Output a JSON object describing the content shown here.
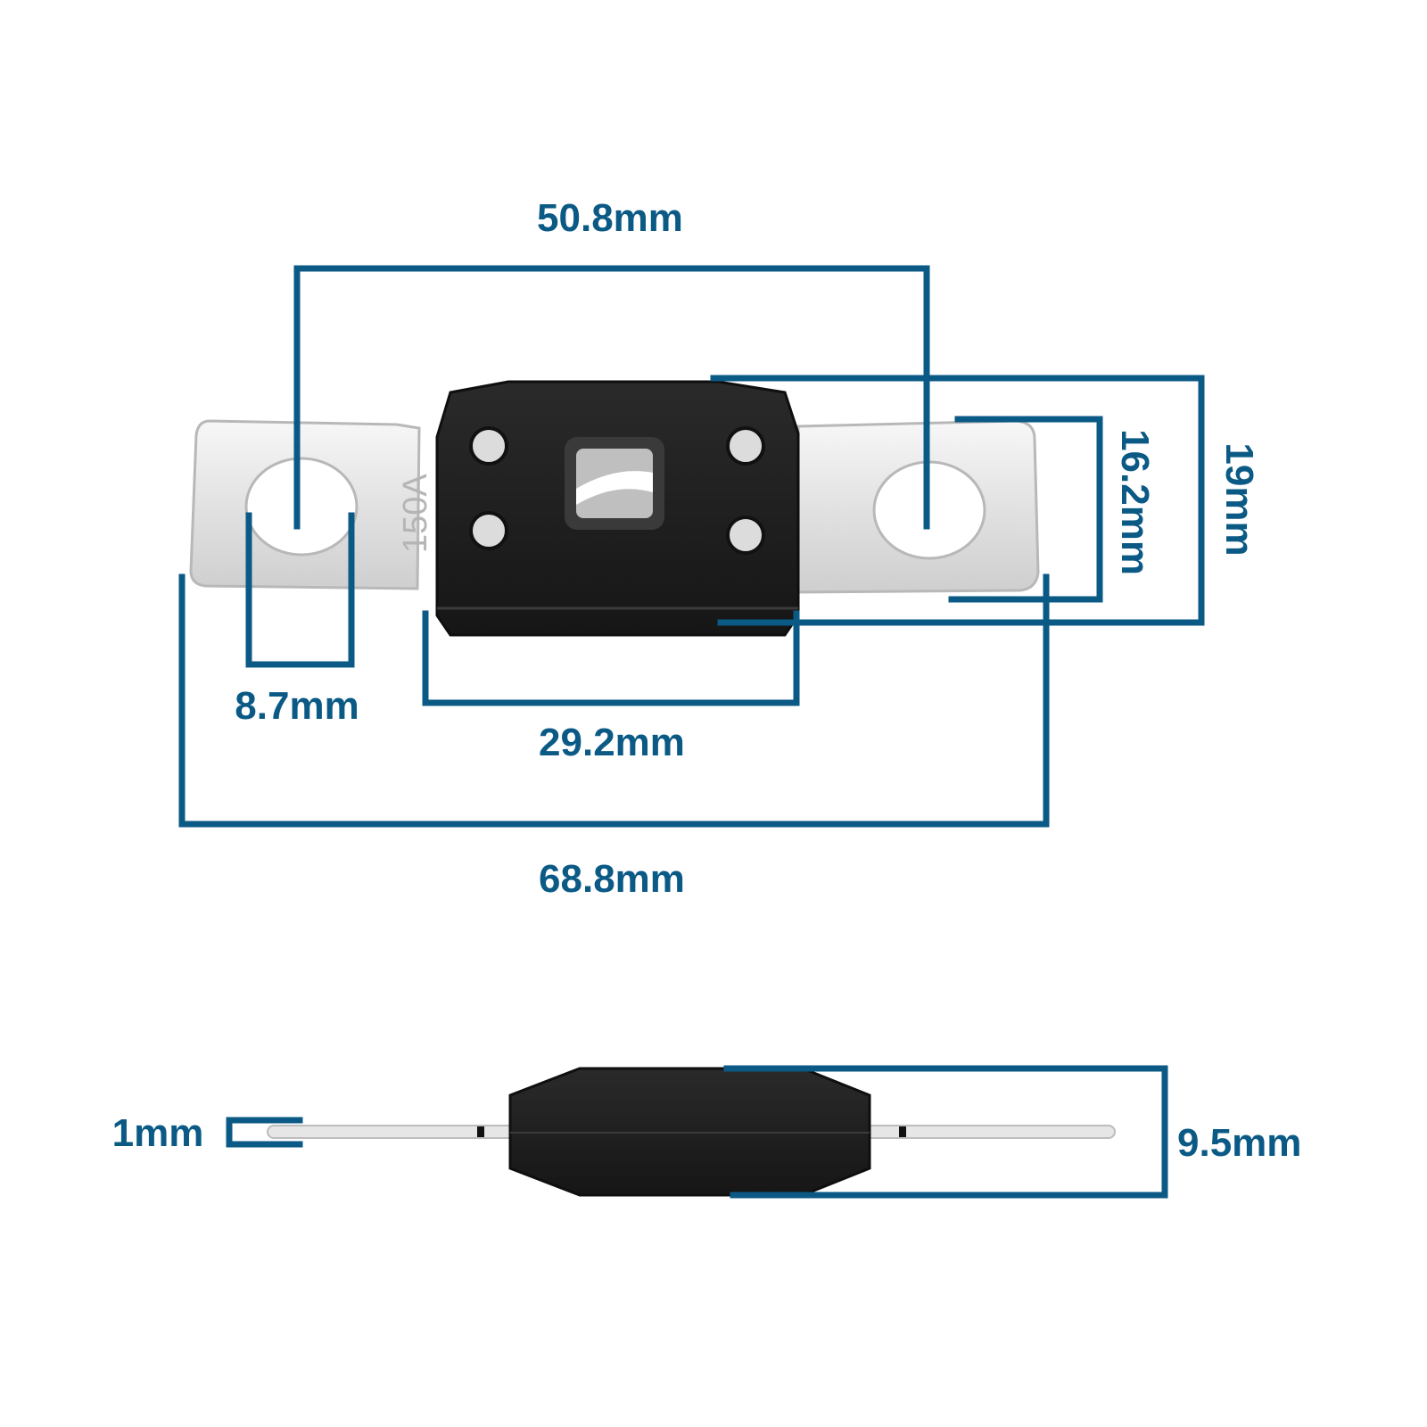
{
  "colors": {
    "dimension": "#0b5a86",
    "body": "#1f1f1f",
    "body_edge": "#111111",
    "terminal": "#e6e6e6",
    "terminal_edge": "#bdbdbd",
    "stamp": "#b5b5b5"
  },
  "fuse": {
    "rating_stamp": "150A"
  },
  "dimensions": {
    "hole_spacing": "50.8mm",
    "overall_height": "19mm",
    "terminal_height": "16.2mm",
    "hole_diameter": "8.7mm",
    "body_length": "29.2mm",
    "overall_length": "68.8mm",
    "terminal_thickness": "1mm",
    "body_thickness": "9.5mm"
  }
}
